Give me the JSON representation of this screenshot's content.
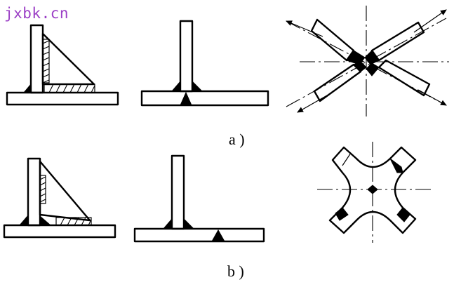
{
  "watermark": {
    "text": "jxbk.cn",
    "color": "#9b3fc6"
  },
  "captions": {
    "a": "a )",
    "b": "b )"
  }
}
